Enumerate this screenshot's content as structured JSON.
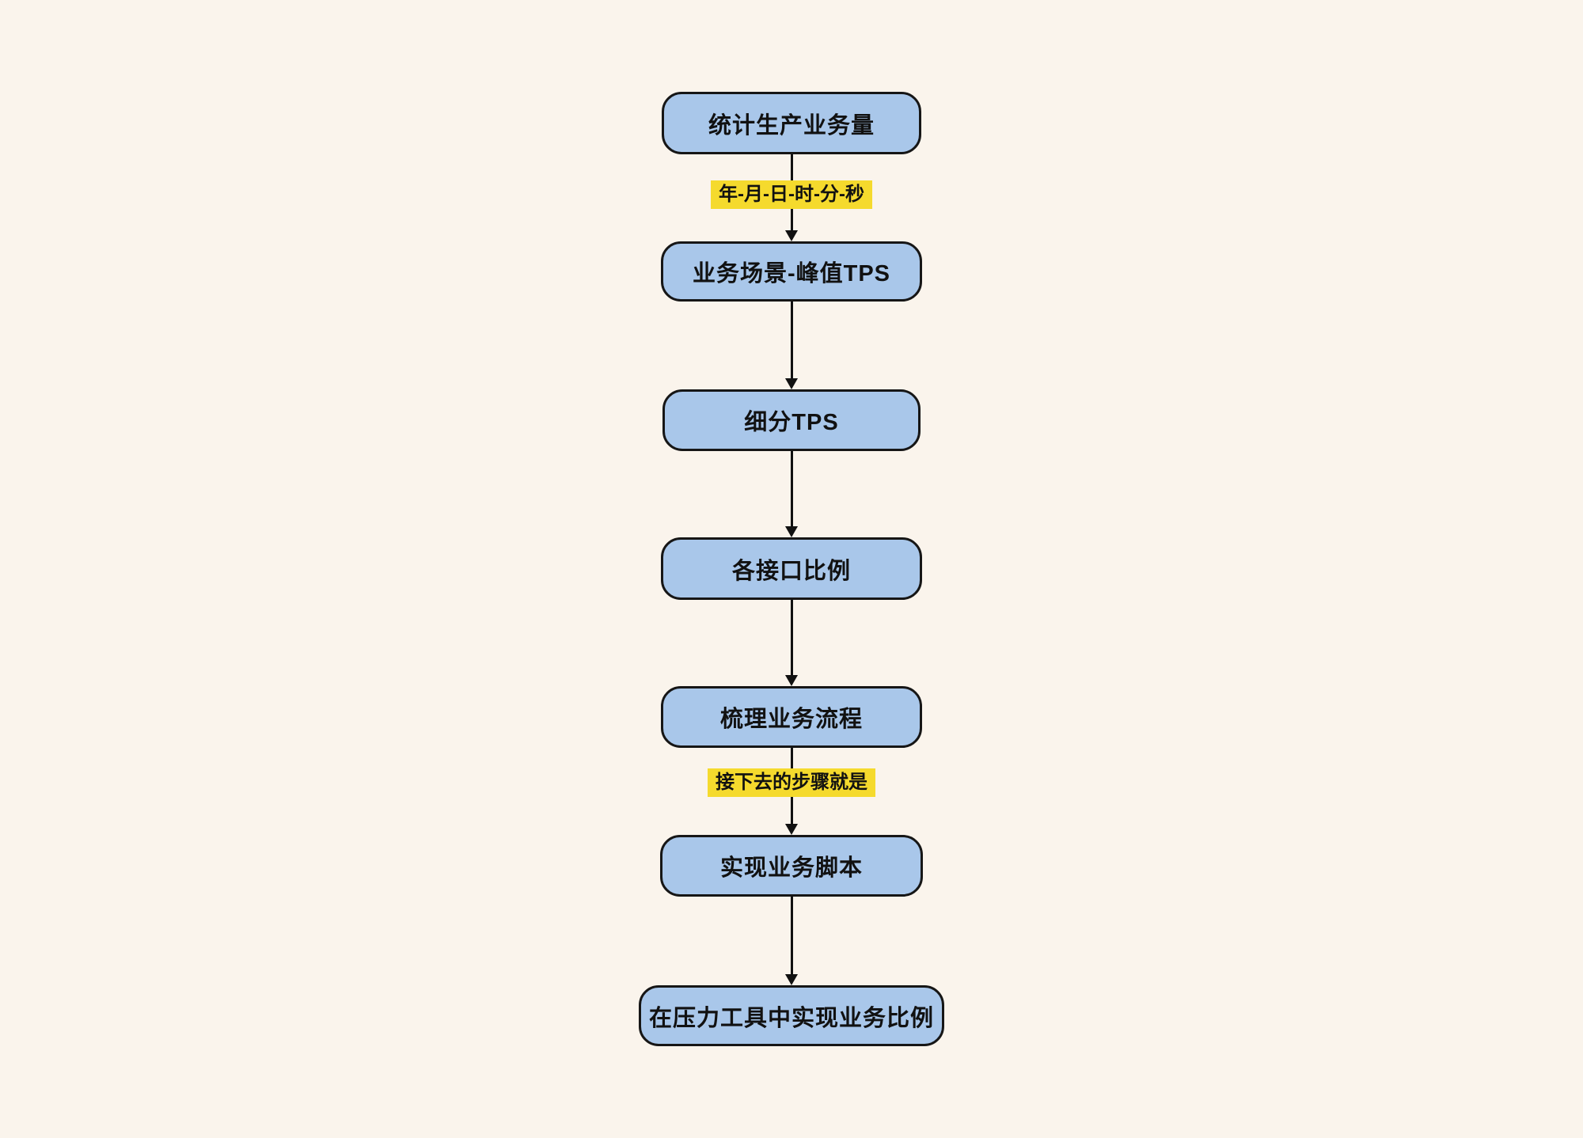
{
  "diagram": {
    "type": "flowchart",
    "direction": "top-down",
    "colors": {
      "background": "#faf4ec",
      "node_fill": "#a9c7ea",
      "node_border": "#161616",
      "edge_label_fill": "#f5da2d",
      "text": "#111111",
      "arrow": "#111111"
    },
    "nodes": [
      {
        "id": "n1",
        "label": "统计生产业务量"
      },
      {
        "id": "n2",
        "label": "业务场景-峰值TPS"
      },
      {
        "id": "n3",
        "label": "细分TPS"
      },
      {
        "id": "n4",
        "label": "各接口比例"
      },
      {
        "id": "n5",
        "label": "梳理业务流程"
      },
      {
        "id": "n6",
        "label": "实现业务脚本"
      },
      {
        "id": "n7",
        "label": "在压力工具中实现业务比例"
      }
    ],
    "edge_labels": [
      {
        "id": "l1",
        "label": "年-月-日-时-分-秒",
        "between": [
          "n1",
          "n2"
        ]
      },
      {
        "id": "l2",
        "label": "接下去的步骤就是",
        "between": [
          "n5",
          "n6"
        ]
      }
    ],
    "edges": [
      {
        "from": "n1",
        "to": "n2",
        "label": "年-月-日-时-分-秒"
      },
      {
        "from": "n2",
        "to": "n3",
        "label": ""
      },
      {
        "from": "n3",
        "to": "n4",
        "label": ""
      },
      {
        "from": "n4",
        "to": "n5",
        "label": ""
      },
      {
        "from": "n5",
        "to": "n6",
        "label": "接下去的步骤就是"
      },
      {
        "from": "n6",
        "to": "n7",
        "label": ""
      }
    ]
  }
}
